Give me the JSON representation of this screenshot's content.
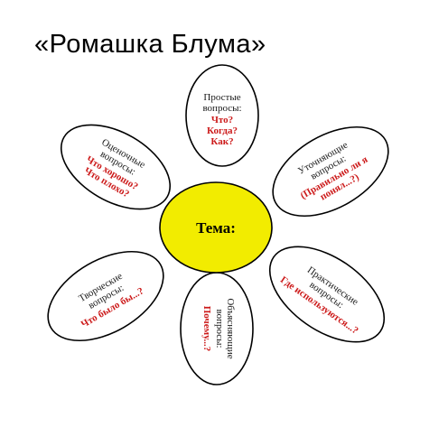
{
  "title": "«Ромашка Блума»",
  "colors": {
    "center_fill": "#f2ec00",
    "label": "#1a1a1a",
    "question": "#cc1a1a"
  },
  "center": {
    "label": "Тема:"
  },
  "petals": {
    "simple": {
      "label1": "Простые",
      "label2": "вопросы:",
      "q1": "Что?",
      "q2": "Когда?",
      "q3": "Как?"
    },
    "evaluative": {
      "label1": "Оценочные",
      "label2": "вопросы:",
      "q1": "Что хорошо?",
      "q2": "Что плохо?"
    },
    "clarifying": {
      "label1": "Уточняющие",
      "label2": "вопросы:",
      "q1": "(Правильно ли я",
      "q2": "понял...?)"
    },
    "creative": {
      "label1": "Творческие",
      "label2": "вопросы:",
      "q1": "Что было бы...?"
    },
    "practical": {
      "label1": "Практические",
      "label2": "вопросы:",
      "q1": "Где используются...?"
    },
    "explanatory": {
      "label1": "Объясняющие",
      "label2": "вопросы:",
      "q1": "Почему...?"
    }
  }
}
